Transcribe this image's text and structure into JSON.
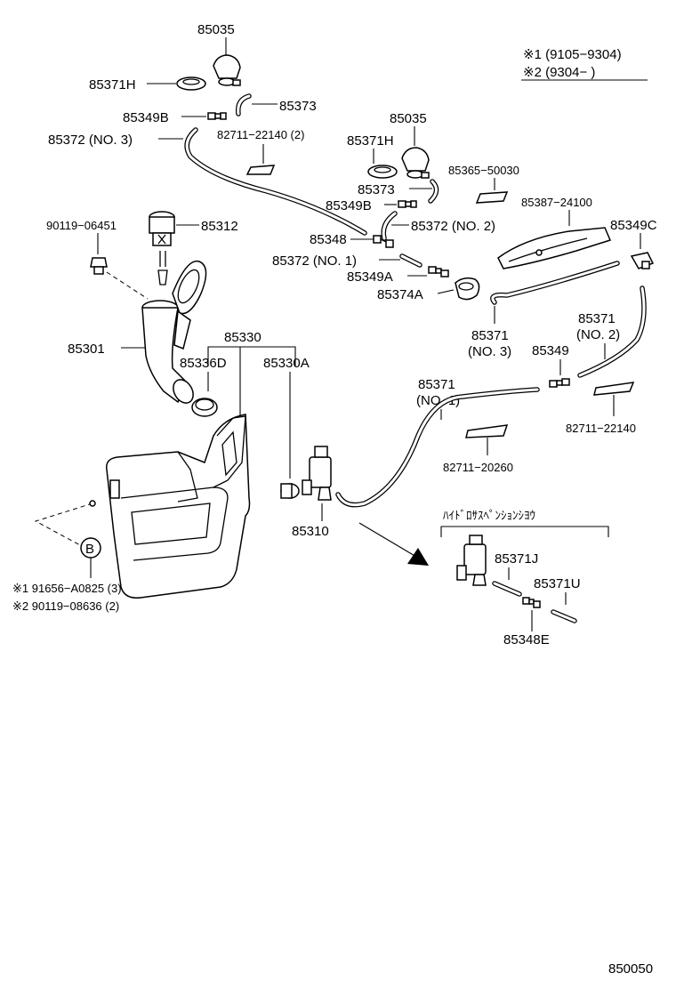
{
  "legend": {
    "note1": "※1  (9105−9304)",
    "note2": "※2  (9304−        )"
  },
  "labels": {
    "p85035_top": "85035",
    "p85371H_top": "85371H",
    "p85373_top": "85373",
    "p85349B_top": "85349B",
    "p85372_no3": "85372 (NO. 3)",
    "p82711_22140_2": "82711−22140 (2)",
    "p85035_mid": "85035",
    "p85371H_mid": "85371H",
    "p85365_50030": "85365−50030",
    "p85373_mid": "85373",
    "p85349B_mid": "85349B",
    "p85372_no2": "85372 (NO. 2)",
    "p85387_24100": "85387−24100",
    "p85349C": "85349C",
    "p90119_06451": "90119−06451",
    "p85312": "85312",
    "p85348": "85348",
    "p85372_no1": "85372 (NO. 1)",
    "p85349A": "85349A",
    "p85374A": "85374A",
    "p85371_no3_a": "85371",
    "p85371_no3_b": "(NO. 3)",
    "p85301": "85301",
    "p85330": "85330",
    "p85336D": "85336D",
    "p85330A": "85330A",
    "p85371_no2_a": "85371",
    "p85371_no2_b": "(NO. 2)",
    "p85349": "85349",
    "p85371_no1_a": "85371",
    "p85371_no1_b": "(NO. 1)",
    "p82711_22140_r": "82711−22140",
    "p82711_20260": "82711−20260",
    "p85310": "85310",
    "hide_suspension": "ﾊｲﾄﾞﾛｻｽﾍﾟﾝｼｮﾝｼﾖｳ",
    "p85371J": "85371J",
    "p85371U": "85371U",
    "p85348E": "85348E",
    "circleB": "B",
    "bolt_note1": "※1  91656−A0825 (3)",
    "bolt_note2": "※2  90119−08636 (2)",
    "figure_no": "850050"
  }
}
